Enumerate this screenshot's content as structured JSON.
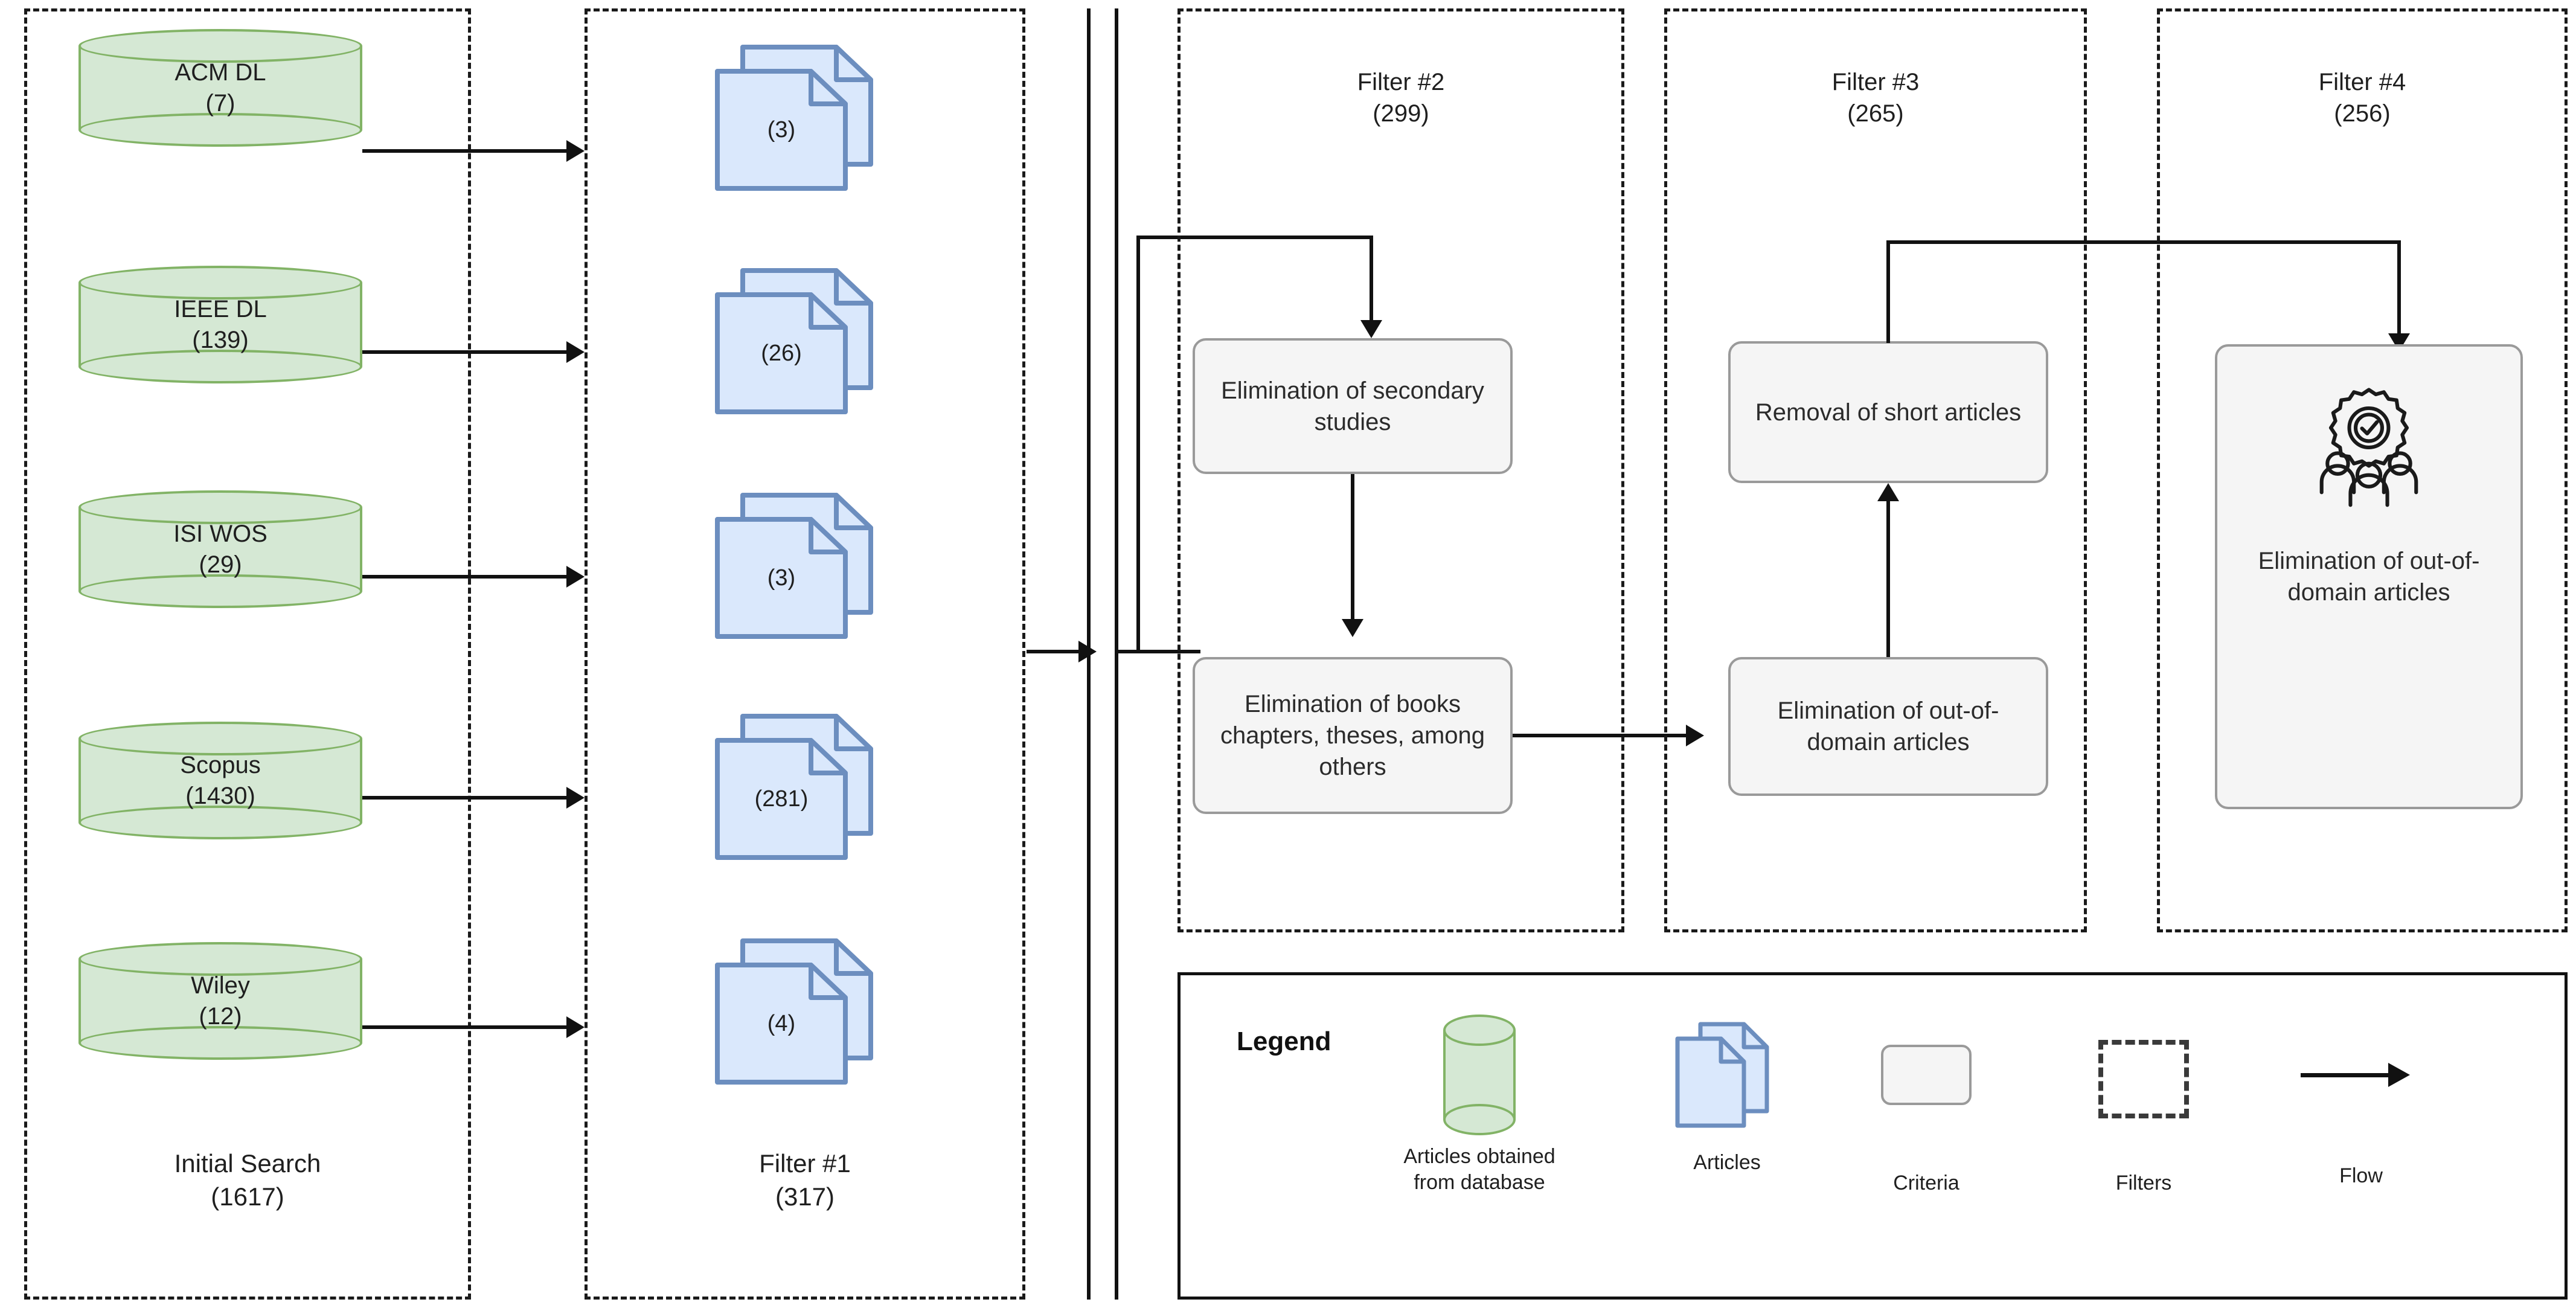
{
  "colors": {
    "db_fill": "#d5e8d4",
    "db_stroke": "#82b366",
    "doc_fill": "#dae8fc",
    "doc_stroke": "#6c8ebf",
    "criteria_fill": "#f5f5f5",
    "criteria_stroke": "#9a9a9a",
    "flow": "#111111",
    "dash": "#1a1a1a"
  },
  "columns": {
    "initial_search": {
      "caption_line1": "Initial Search",
      "caption_line2": "(1617)",
      "databases": [
        {
          "name": "ACM DL",
          "count": "(7)"
        },
        {
          "name": "IEEE DL",
          "count": "(139)"
        },
        {
          "name": "ISI WOS",
          "count": "(29)"
        },
        {
          "name": "Scopus",
          "count": "(1430)"
        },
        {
          "name": "Wiley",
          "count": "(12)"
        }
      ]
    },
    "filter1": {
      "caption_line1": "Filter #1",
      "caption_line2": "(317)",
      "article_stacks": [
        "(3)",
        "(26)",
        "(3)",
        "(281)",
        "(4)"
      ]
    },
    "filter2": {
      "title_line1": "Filter #2",
      "title_line2": "(299)",
      "criteria": [
        "Elimination of secondary studies",
        "Elimination of books chapters, theses, among others"
      ]
    },
    "filter3": {
      "title_line1": "Filter #3",
      "title_line2": "(265)",
      "criteria": [
        "Removal of short articles",
        "Elimination of out-of-domain articles"
      ]
    },
    "filter4": {
      "title_line1": "Filter #4",
      "title_line2": "(256)",
      "criteria": [
        "Elimination of out-of-domain articles"
      ],
      "icon": "gear-check-people-icon"
    }
  },
  "legend": {
    "title": "Legend",
    "items": [
      {
        "icon": "database-cylinder-icon",
        "label_line1": "Articles obtained",
        "label_line2": "from database"
      },
      {
        "icon": "document-stack-icon",
        "label_line1": "Articles",
        "label_line2": ""
      },
      {
        "icon": "rounded-rect-icon",
        "label_line1": "Criteria",
        "label_line2": ""
      },
      {
        "icon": "dashed-rect-icon",
        "label_line1": "Filters",
        "label_line2": ""
      },
      {
        "icon": "arrow-right-icon",
        "label_line1": "Flow",
        "label_line2": ""
      }
    ]
  }
}
